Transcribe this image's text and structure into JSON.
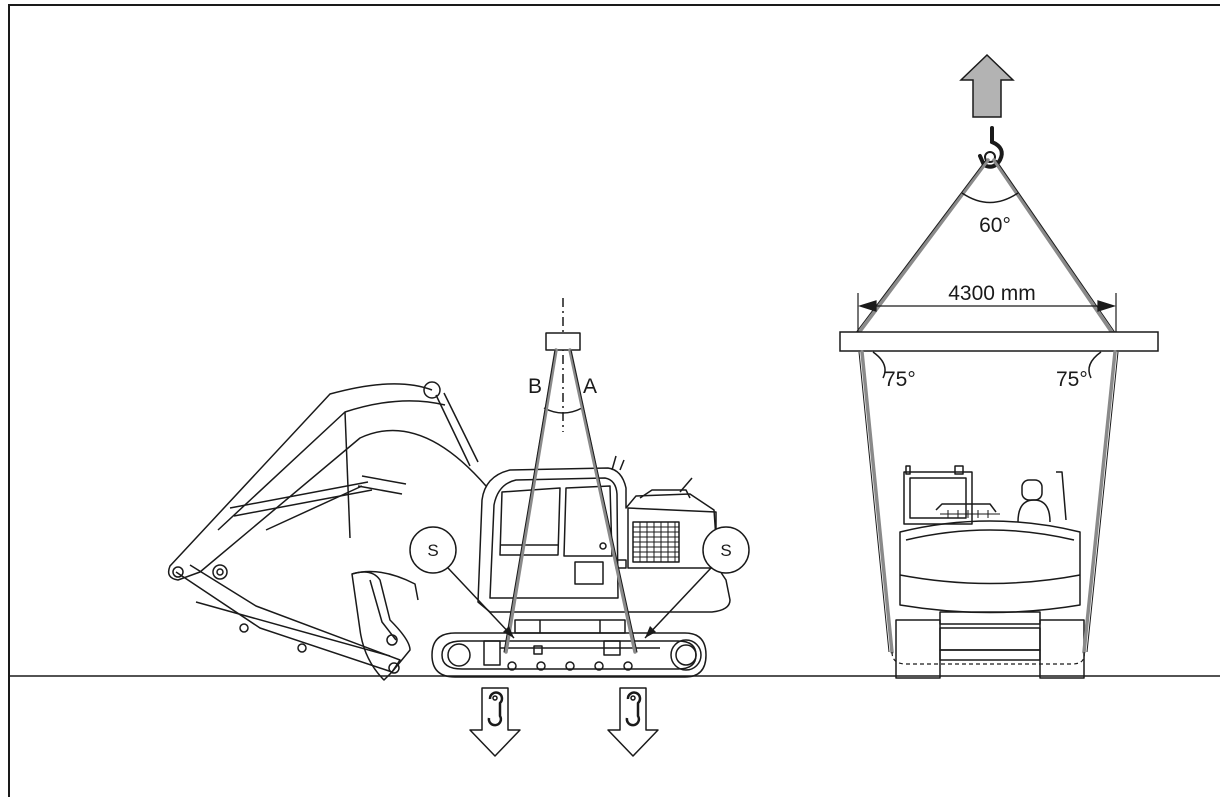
{
  "labels": {
    "a": "A",
    "b": "B",
    "sling_marker": "S",
    "angle_top": "60°",
    "angle_left": "75°",
    "angle_right": "75°",
    "spreader_width": "4300 mm"
  },
  "icons": {
    "lift_arrow": "up-arrow-icon",
    "crane_hook": "crane-hook-icon",
    "lifting_point": "lifting-point-hook-icon"
  },
  "colors": {
    "line": "#1a1a1a",
    "sling": "#8a8a8a",
    "arrow_fill": "#b3b3b3"
  }
}
